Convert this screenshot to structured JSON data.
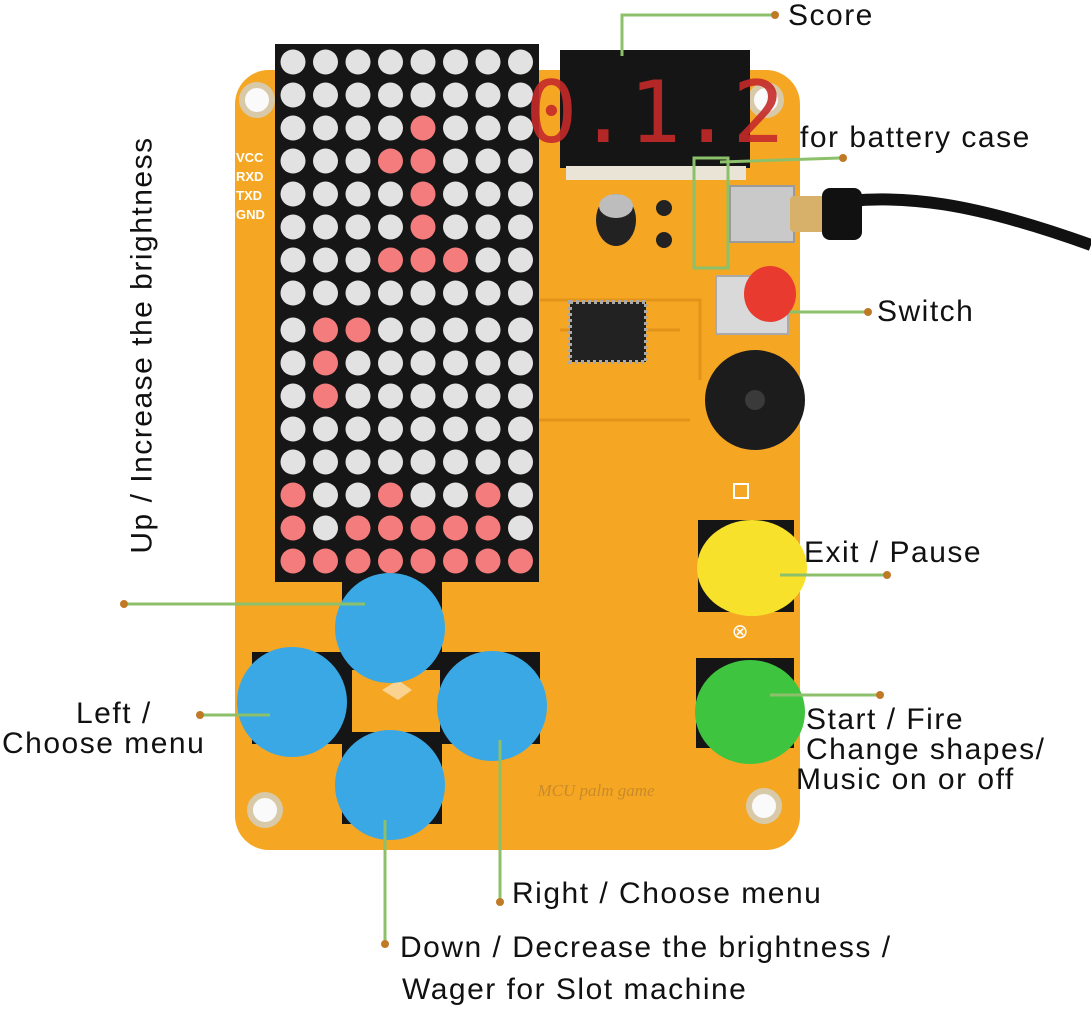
{
  "labels": {
    "score": "Score",
    "battery": "for battery case",
    "switch": "Switch",
    "exit": "Exit / Pause",
    "start_lines": [
      "Start / Fire",
      "Change shapes/",
      "Music on or off"
    ],
    "left_lines": [
      "Left /",
      "Choose menu"
    ],
    "right": "Right / Choose menu",
    "down_lines": [
      "Down / Decrease the brightness /",
      "Wager for Slot machine"
    ],
    "up": "Up / Increase the brightness"
  },
  "board": {
    "header_pins": [
      "VCC",
      "RXD",
      "TXD",
      "GND"
    ],
    "silkscreen": "MCU palm game",
    "score_digits": "0.1.2",
    "top_matrix_lit": [
      [
        2,
        4
      ],
      [
        3,
        3
      ],
      [
        3,
        4
      ],
      [
        4,
        4
      ],
      [
        5,
        4
      ],
      [
        6,
        3
      ],
      [
        6,
        4
      ],
      [
        6,
        5
      ]
    ],
    "bottom_matrix_lit": [
      [
        0,
        1
      ],
      [
        0,
        2
      ],
      [
        1,
        1
      ],
      [
        2,
        1
      ],
      [
        5,
        0
      ],
      [
        5,
        3
      ],
      [
        5,
        6
      ],
      [
        6,
        0
      ],
      [
        6,
        2
      ],
      [
        6,
        3
      ],
      [
        6,
        4
      ],
      [
        6,
        5
      ],
      [
        6,
        6
      ],
      [
        7,
        0
      ],
      [
        7,
        1
      ],
      [
        7,
        2
      ],
      [
        7,
        3
      ],
      [
        7,
        4
      ],
      [
        7,
        5
      ],
      [
        7,
        6
      ],
      [
        7,
        7
      ]
    ]
  },
  "colors": {
    "board": "#f5a623",
    "led_on": "#f47c7c",
    "led_off": "#e2e2e2",
    "dpad": "#3aa8e4",
    "exit_button": "#f7e12a",
    "start_button": "#3fc43f",
    "switch_button": "#e83a2e",
    "leader": "#8cc06a",
    "dot": "#c07a25"
  }
}
